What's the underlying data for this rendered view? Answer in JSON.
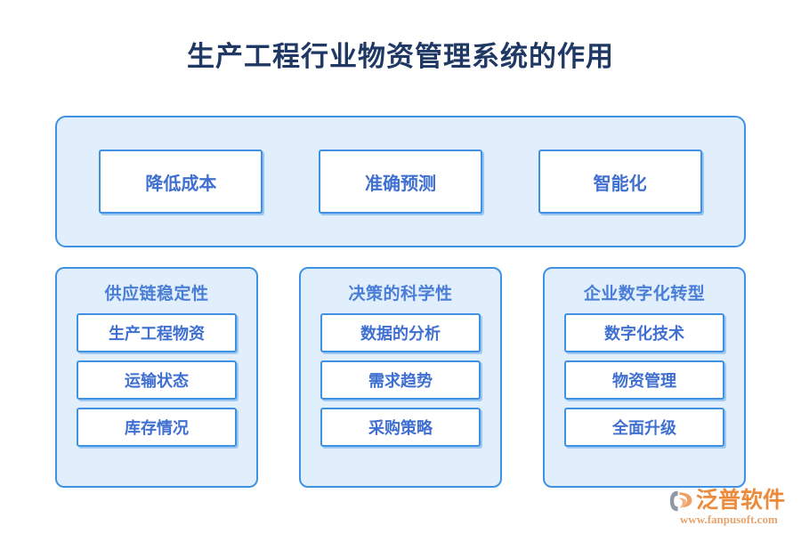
{
  "page": {
    "title": "生产工程行业物资管理系统的作用",
    "background_color": "#ffffff",
    "title_color": "#1f3864",
    "panel_fill": "#e1eefb",
    "panel_border": "#3f92e3",
    "box_fill": "#ffffff",
    "box_text_color": "#3f6fd0",
    "header_text_color": "#4a7ed6"
  },
  "top_panel": {
    "boxes": [
      {
        "label": "降低成本"
      },
      {
        "label": "准确预测"
      },
      {
        "label": "智能化"
      }
    ]
  },
  "columns": [
    {
      "header": "供应链稳定性",
      "items": [
        {
          "label": "生产工程物资"
        },
        {
          "label": "运输状态"
        },
        {
          "label": "库存情况"
        }
      ]
    },
    {
      "header": "决策的科学性",
      "items": [
        {
          "label": "数据的分析"
        },
        {
          "label": "需求趋势"
        },
        {
          "label": "采购策略"
        }
      ]
    },
    {
      "header": "企业数字化转型",
      "items": [
        {
          "label": "数字化技术"
        },
        {
          "label": "物资管理"
        },
        {
          "label": "全面升级"
        }
      ]
    }
  ],
  "logo": {
    "icon": "fanpu-swoosh-logo-icon",
    "name": "泛普软件",
    "url": "www.fanpusoft.com",
    "text_color": "#ed8b3c",
    "url_color": "#e5a46f",
    "mark_gray": "#8f9aa6",
    "mark_orange": "#ef9f62"
  }
}
